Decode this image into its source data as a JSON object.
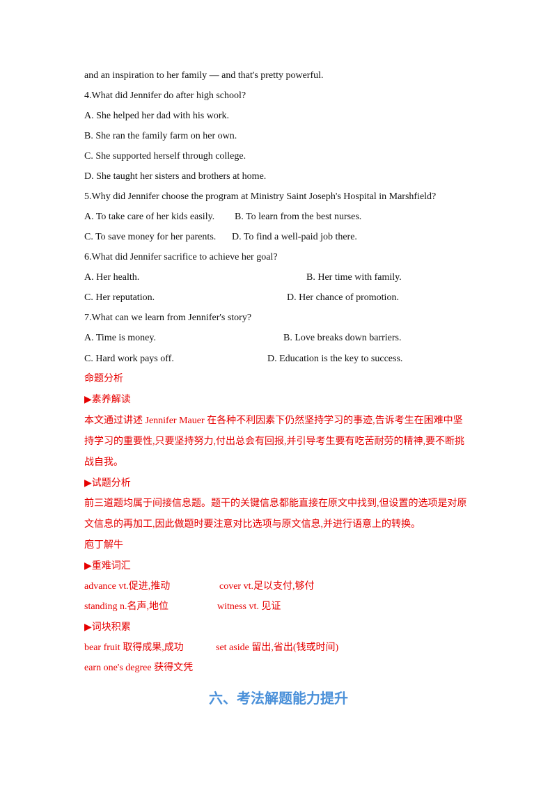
{
  "passage": {
    "end": "and an inspiration to her family — and that's pretty powerful."
  },
  "questions": [
    {
      "stem": "4.What did Jennifer do after high school?",
      "options": [
        "A. She helped her dad with his work.",
        "B. She ran the family farm on her own.",
        "C. She supported herself through college.",
        "D. She taught her sisters and brothers at home."
      ]
    },
    {
      "stem": "5.Why did Jennifer choose the program at Ministry Saint Joseph's Hospital in Marshfield?",
      "options": [
        "A. To take care of her kids easily.",
        "B. To learn from the best nurses.",
        "C. To save money for her parents.",
        "D. To find a well-paid job there."
      ]
    },
    {
      "stem": "6.What did Jennifer sacrifice to achieve her goal?",
      "options": [
        "A. Her health.",
        "B. Her time with family.",
        "C. Her reputation.",
        "D. Her chance of promotion."
      ]
    },
    {
      "stem": "7.What can we learn from Jennifer's story?",
      "options": [
        "A. Time is money.",
        "B. Love breaks down barriers.",
        "C. Hard work pays off.",
        "D. Education is the key to success."
      ]
    }
  ],
  "analysis": {
    "title": "命题分析",
    "literacy_heading": "▶素养解读",
    "literacy_lines": [
      "本文通过讲述 Jennifer Mauer 在各种不利因素下仍然坚持学习的事迹,告诉考生在困难中坚",
      "持学习的重要性,只要坚持努力,付出总会有回报,并引导考生要有吃苦耐劳的精神,要不断挑",
      "战自我。"
    ],
    "question_heading": "▶试题分析",
    "question_lines": [
      "前三道题均属于间接信息题。题干的关键信息都能直接在原文中找到,但设置的选项是对原",
      "文信息的再加工,因此做题时要注意对比选项与原文信息,并进行语意上的转换。"
    ]
  },
  "vocab": {
    "title": "庖丁解牛",
    "key_words_heading": "▶重难词汇",
    "key_words": [
      [
        "advance vt.促进,推动",
        "cover vt.足以支付,够付"
      ],
      [
        "standing n.名声,地位",
        "witness vt.  见证"
      ]
    ],
    "chunks_heading": "▶词块积累",
    "chunks": [
      [
        "bear fruit  取得成果,成功",
        "set aside  留出,省出(钱或时间)"
      ],
      [
        "earn one's degree  获得文凭",
        ""
      ]
    ]
  },
  "section_heading": "六、考法解题能力提升",
  "colors": {
    "accent_red": "#e60000",
    "heading_blue": "#4a90d9",
    "text": "#111111"
  }
}
